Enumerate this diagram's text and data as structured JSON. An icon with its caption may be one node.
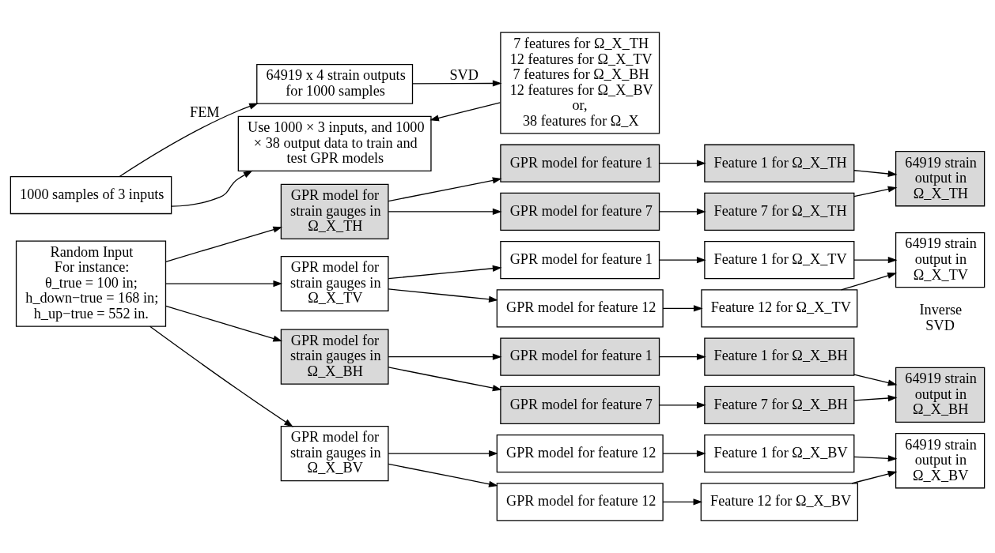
{
  "diagram": {
    "nodes": [
      {
        "text": [
          "1000 samples of 3 inputs"
        ]
      },
      {
        "text": [
          "64919 x 4 strain outputs for 1000 samples"
        ]
      },
      {
        "text": [
          "7 features for Ω_X_TH",
          "12 features for Ω_X_TV",
          "7 features for Ω_X_BH",
          "12 features for Ω_X_BV",
          "or,",
          "38 features for Ω_X"
        ]
      },
      {
        "text": [
          "Use 1000 × 3 inputs, and 1000 × 38 output data to train and test GPR models"
        ]
      },
      {
        "text": [
          "Random Input",
          "For instance:",
          "θ_true = 100 in;",
          "h_down−true = 168 in;",
          "h_up−true = 552 in."
        ]
      },
      {
        "text": [
          "GPR model for strain gauges in Ω_X_TH"
        ]
      },
      {
        "text": [
          "GPR model for feature 1"
        ]
      },
      {
        "text": [
          "GPR model for feature 7"
        ]
      },
      {
        "text": [
          "Feature 1 for Ω_X_TH"
        ]
      },
      {
        "text": [
          "Feature 7 for Ω_X_TH"
        ]
      },
      {
        "text": [
          "64919 strain output in Ω_X_TH"
        ]
      },
      {
        "text": [
          "GPR model for strain gauges in Ω_X_TV"
        ]
      },
      {
        "text": [
          "GPR model for feature 1"
        ]
      },
      {
        "text": [
          "GPR model for feature 12"
        ]
      },
      {
        "text": [
          "Feature 1 for Ω_X_TV"
        ]
      },
      {
        "text": [
          "Feature 12 for Ω_X_TV"
        ]
      },
      {
        "text": [
          "64919 strain output in Ω_X_TV"
        ]
      },
      {
        "text": [
          "GPR model for strain gauges in Ω_X_BH"
        ]
      },
      {
        "text": [
          "GPR model for feature 1"
        ]
      },
      {
        "text": [
          "GPR model for feature 7"
        ]
      },
      {
        "text": [
          "Feature 1 for Ω_X_BH"
        ]
      },
      {
        "text": [
          "Feature 7 for Ω_X_BH"
        ]
      },
      {
        "text": [
          "64919 strain output in Ω_X_BH"
        ]
      },
      {
        "text": [
          "GPR model for strain gauges in Ω_X_BV"
        ]
      },
      {
        "text": [
          "GPR model for feature 12"
        ]
      },
      {
        "text": [
          "GPR model for feature 12"
        ]
      },
      {
        "text": [
          "Feature 1 for Ω_X_BV"
        ]
      },
      {
        "text": [
          "Feature 12 for Ω_X_BV"
        ]
      },
      {
        "text": [
          "64919 strain output in Ω_X_BV"
        ]
      }
    ],
    "edges": [
      {
        "from": 0,
        "to": 1,
        "arrow": "to",
        "label": "FEM"
      },
      {
        "from": 1,
        "to": 2,
        "arrow": "to",
        "label": "SVD"
      },
      {
        "from": 0,
        "to": 3,
        "arrow": "to"
      },
      {
        "from": 2,
        "to": 3,
        "arrow": "to"
      },
      {
        "from": 4,
        "to": 5,
        "arrow": "to"
      },
      {
        "from": 5,
        "to": 6,
        "arrow": "to"
      },
      {
        "from": 5,
        "to": 7,
        "arrow": "to"
      },
      {
        "from": 6,
        "to": 8,
        "arrow": "to"
      },
      {
        "from": 7,
        "to": 9,
        "arrow": "to"
      },
      {
        "from": 8,
        "to": 10,
        "arrow": "to"
      },
      {
        "from": 9,
        "to": 10,
        "arrow": "to"
      },
      {
        "from": 4,
        "to": 11,
        "arrow": "to"
      },
      {
        "from": 11,
        "to": 12,
        "arrow": "to"
      },
      {
        "from": 11,
        "to": 13,
        "arrow": "to"
      },
      {
        "from": 12,
        "to": 14,
        "arrow": "to"
      },
      {
        "from": 13,
        "to": 15,
        "arrow": "to"
      },
      {
        "from": 14,
        "to": 16,
        "arrow": "to"
      },
      {
        "from": 15,
        "to": 16,
        "arrow": "to"
      },
      {
        "from": 4,
        "to": 17,
        "arrow": "to"
      },
      {
        "from": 17,
        "to": 18,
        "arrow": "to"
      },
      {
        "from": 17,
        "to": 19,
        "arrow": "to"
      },
      {
        "from": 18,
        "to": 20,
        "arrow": "to"
      },
      {
        "from": 19,
        "to": 21,
        "arrow": "to"
      },
      {
        "from": 20,
        "to": 22,
        "arrow": "to"
      },
      {
        "from": 21,
        "to": 22,
        "arrow": "to"
      },
      {
        "from": 4,
        "to": 23,
        "arrow": "to"
      },
      {
        "from": 23,
        "to": 24,
        "arrow": "to"
      },
      {
        "from": 23,
        "to": 25,
        "arrow": "to"
      },
      {
        "from": 24,
        "to": 26,
        "arrow": "to"
      },
      {
        "from": 25,
        "to": 27,
        "arrow": "to"
      },
      {
        "from": 26,
        "to": 28,
        "arrow": "to"
      },
      {
        "from": 27,
        "to": 28,
        "arrow": "to"
      }
    ],
    "labels": [
      "Inverse SVD"
    ]
  }
}
